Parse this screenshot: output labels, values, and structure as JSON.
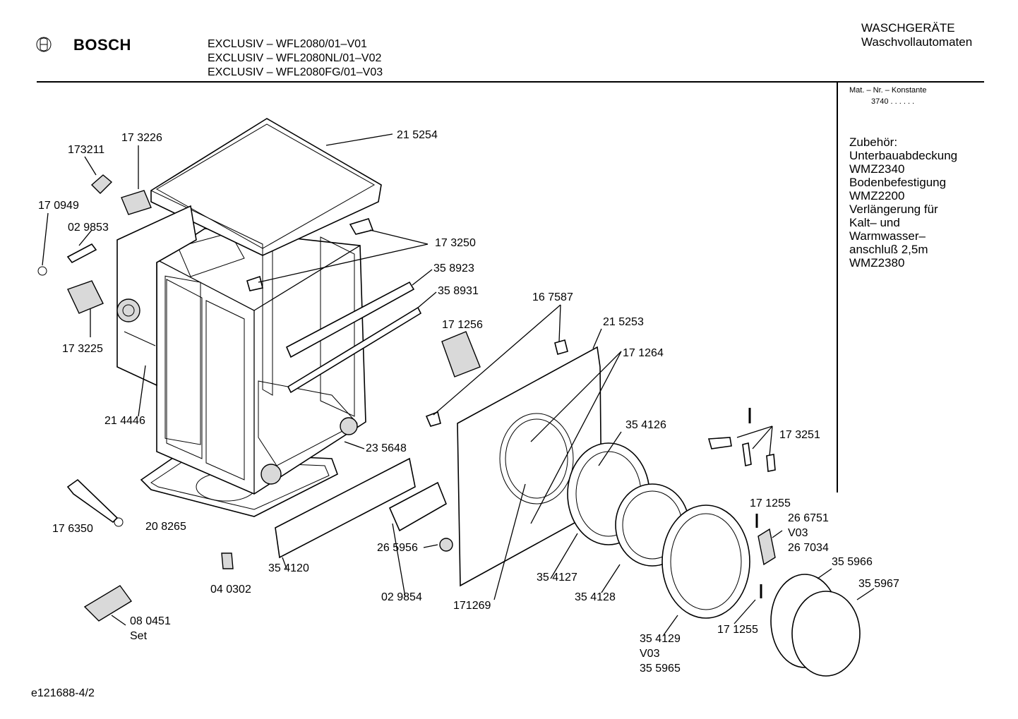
{
  "header": {
    "brand": "BOSCH",
    "models": [
      "EXCLUSIV – WFL2080/01–V01",
      "EXCLUSIV – WFL2080NL/01–V02",
      "EXCLUSIV – WFL2080FG/01–V03"
    ],
    "category": "WASCHGERÄTE",
    "subcategory": "Waschvollautomaten"
  },
  "sidebar": {
    "mat_label": "Mat. – Nr. – Konstante",
    "mat_value": "3740  .  .     .  .  .  .",
    "accessories": [
      "Zubehör:",
      "Unterbauabdeckung",
      "WMZ2340",
      "Bodenbefestigung",
      "WMZ2200",
      "Verlängerung für",
      "Kalt– und",
      "Warmwasser–",
      "anschluß 2,5m",
      "WMZ2380"
    ]
  },
  "footer": {
    "drawing_id": "e121688-4/2"
  },
  "parts": [
    {
      "label": "173211"
    },
    {
      "label": "17 3226"
    },
    {
      "label": "21 5254"
    },
    {
      "label": "17 0949"
    },
    {
      "label": "02 9853"
    },
    {
      "label": "17 3250"
    },
    {
      "label": "35 8923"
    },
    {
      "label": "35 8931"
    },
    {
      "label": "16 7587"
    },
    {
      "label": "17 1256"
    },
    {
      "label": "21 5253"
    },
    {
      "label": "17 3225"
    },
    {
      "label": "17 1264"
    },
    {
      "label": "21 4446"
    },
    {
      "label": "35 4126"
    },
    {
      "label": "17 3251"
    },
    {
      "label": "23 5648"
    },
    {
      "label": "17 1255"
    },
    {
      "label": "26 6751"
    },
    {
      "label": "V03"
    },
    {
      "label": "26 7034"
    },
    {
      "label": "17 6350"
    },
    {
      "label": "20 8265"
    },
    {
      "label": "26 5956"
    },
    {
      "label": "35 4127"
    },
    {
      "label": "35 5966"
    },
    {
      "label": "35 4120"
    },
    {
      "label": "35 5967"
    },
    {
      "label": "04 0302"
    },
    {
      "label": "02 9854"
    },
    {
      "label": "171269"
    },
    {
      "label": "35 4128"
    },
    {
      "label": "17 1255"
    },
    {
      "label": "08 0451"
    },
    {
      "label": "Set"
    },
    {
      "label": "35 4129"
    },
    {
      "label": "V03"
    },
    {
      "label": "35 5965"
    }
  ]
}
